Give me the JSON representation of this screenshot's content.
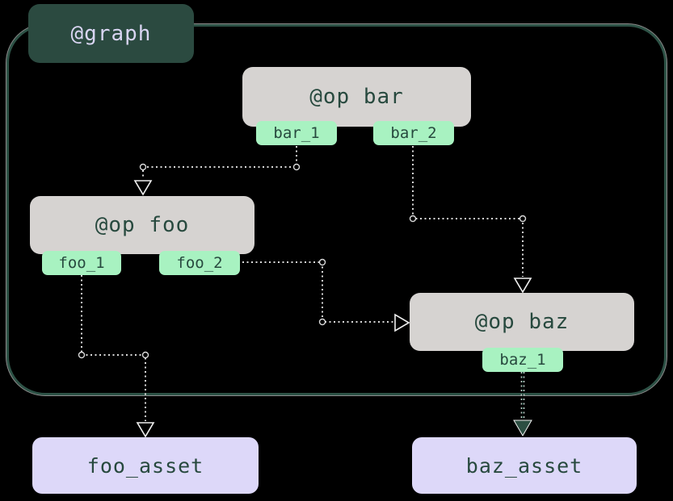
{
  "graph": {
    "label": "@graph"
  },
  "ops": [
    {
      "id": "bar",
      "label": "@op bar",
      "outputs": [
        "bar_1",
        "bar_2"
      ]
    },
    {
      "id": "foo",
      "label": "@op foo",
      "outputs": [
        "foo_1",
        "foo_2"
      ]
    },
    {
      "id": "baz",
      "label": "@op baz",
      "outputs": [
        "baz_1"
      ]
    }
  ],
  "assets": [
    {
      "id": "foo_asset",
      "label": "foo_asset"
    },
    {
      "id": "baz_asset",
      "label": "baz_asset"
    }
  ],
  "edges": [
    {
      "from": "bar.bar_1",
      "to": "foo",
      "style": "dotted-open-arrow"
    },
    {
      "from": "bar.bar_2",
      "to": "baz",
      "style": "dotted-open-arrow"
    },
    {
      "from": "foo.foo_2",
      "to": "baz",
      "style": "dotted-open-arrow"
    },
    {
      "from": "foo.foo_1",
      "to": "foo_asset",
      "style": "dotted-open-arrow"
    },
    {
      "from": "baz.baz_1",
      "to": "baz_asset",
      "style": "dotted-filled-arrow"
    }
  ],
  "colors": {
    "background": "#000000",
    "graph_badge_bg": "#2b4a40",
    "graph_badge_text": "#d9d5f2",
    "container_border": "#2d5246",
    "op_bg": "#d6d3d1",
    "op_text": "#27493e",
    "output_tag_bg": "#a8f2c1",
    "asset_bg": "#ddd8f9",
    "edge_light": "#d8d8d8",
    "edge_dark": "#2d4f43"
  }
}
